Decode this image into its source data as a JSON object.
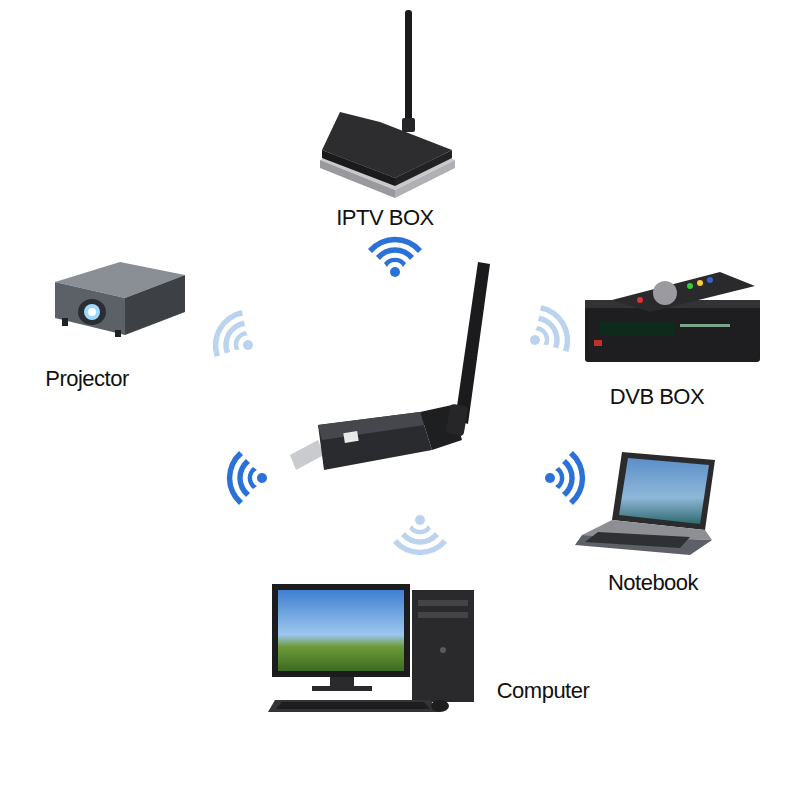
{
  "diagram": {
    "labels": [
      "IPTV BOX",
      "Projector",
      "DVB BOX",
      "Notebook",
      "Computer"
    ]
  }
}
